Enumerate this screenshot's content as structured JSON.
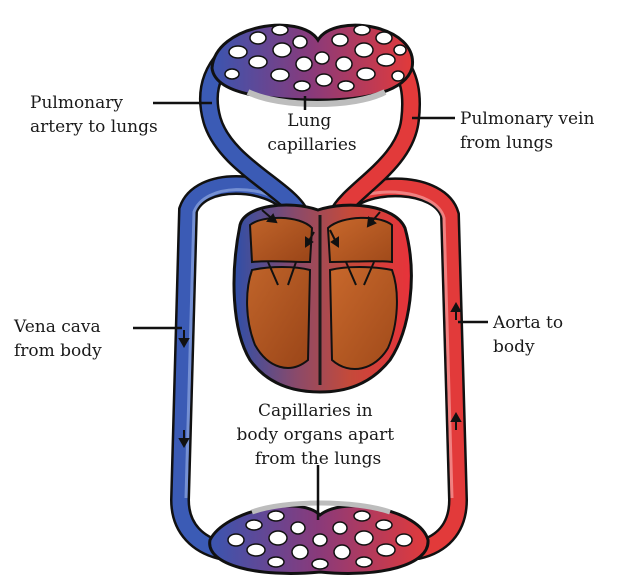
{
  "labels": {
    "pulmonary_artery": [
      "Pulmonary",
      "artery to lungs"
    ],
    "lung_capillaries": [
      "Lung",
      "capillaries"
    ],
    "pulmonary_vein": [
      "Pulmonary vein",
      "from lungs"
    ],
    "vena_cava": [
      "Vena cava",
      "from body"
    ],
    "aorta": [
      "Aorta to",
      "body"
    ],
    "body_capillaries": [
      "Capillaries in",
      "body organs apart",
      "from the lungs"
    ]
  },
  "colors": {
    "oxygenated": "#e8323a",
    "deoxygenated": "#2f4fa8",
    "mixed": "#7a3a78",
    "heart_muscle": "#b0541f",
    "vessel_outline": "#111111"
  }
}
